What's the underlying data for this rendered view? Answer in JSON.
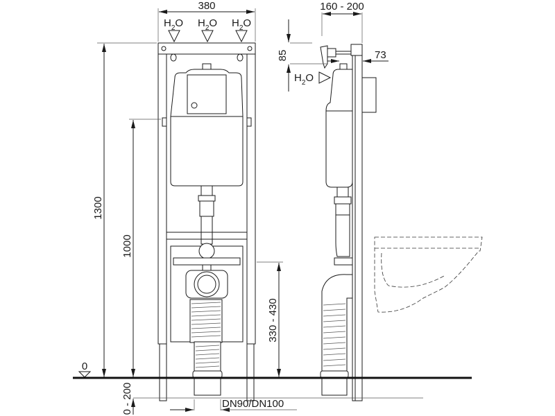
{
  "dimensions": {
    "frame_width": "380",
    "depth_range": "160 - 200",
    "total_height": "1300",
    "support_height": "1000",
    "drain_height": "330 - 430",
    "inlet_offset": "85",
    "inlet_depth": "73",
    "floor_level": "0",
    "floor_adjust": "0 - 200",
    "drain_pipe": "DN90/DN100"
  },
  "water_inlet": {
    "label_main": "H",
    "label_sub": "2",
    "label_end": "O"
  },
  "colors": {
    "line": "#1a1a1a",
    "background": "#ffffff"
  }
}
